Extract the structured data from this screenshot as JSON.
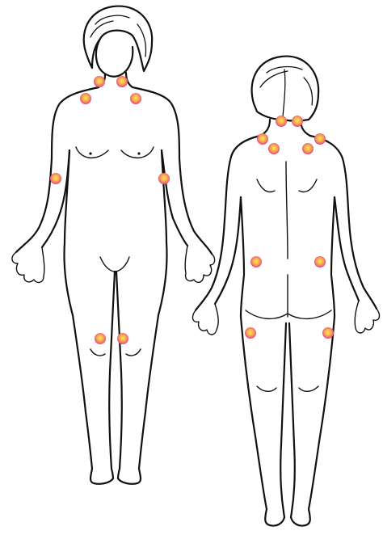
{
  "figure": {
    "views": [
      {
        "view": "front",
        "tender_point_count": 8
      },
      {
        "view": "back",
        "tender_point_count": 10
      }
    ],
    "colors": {
      "outline": "#111111",
      "background": "#ffffff",
      "tender_point_core": "#ffd84a",
      "tender_point_mid": "#f59a3a",
      "tender_point_edge": "#e8508a"
    }
  }
}
